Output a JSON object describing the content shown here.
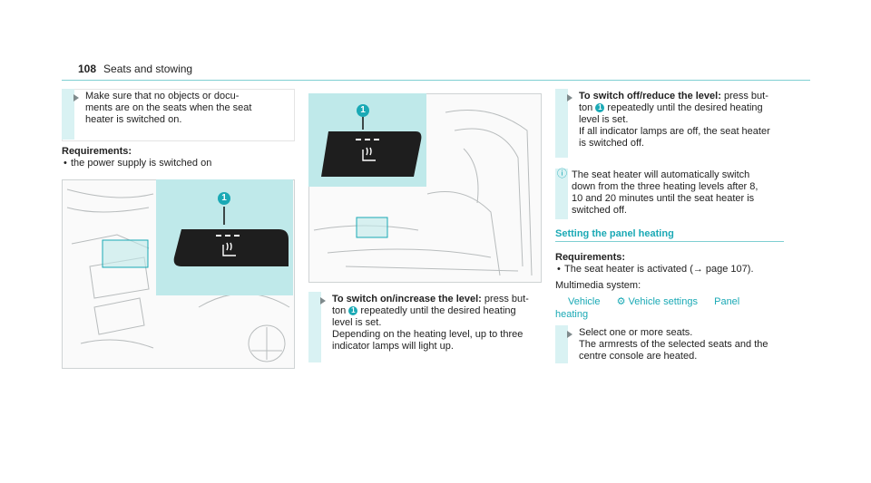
{
  "header": {
    "page_number": "108",
    "title": "Seats and stowing"
  },
  "column1": {
    "note_text": "Make sure that no objects or docu-\nments are on the seats when the seat\nheater is switched on.",
    "requirements_label": "Requirements:",
    "requirement_1": "the power supply is switched on",
    "callout_number": "1"
  },
  "column2": {
    "callout_number": "1",
    "step_title": "To switch on/increase the level:",
    "step_text_1": " press but-",
    "step_text_2a": "ton ",
    "step_button": "1",
    "step_text_2b": " repeatedly until the desired heating",
    "step_text_3": "level is set.",
    "step_text_4": "Depending on the heating level, up to three",
    "step_text_5": "indicator lamps will light up."
  },
  "column3": {
    "step_title": "To switch off/reduce the level:",
    "step_text_1": " press but-",
    "step_text_2a": "ton ",
    "step_button": "1",
    "step_text_2b": " repeatedly until the desired heating",
    "step_text_3": "level is set.",
    "step_text_4": "If all indicator lamps are off, the seat heater",
    "step_text_5": "is switched off.",
    "info_1": "The seat heater will automatically switch",
    "info_2": "down from the three heating levels after 8,",
    "info_3": "10 and 20 minutes until the seat heater is",
    "info_4": "switched off.",
    "section_heading": "Setting the panel heating",
    "requirements_label": "Requirements:",
    "requirement_1": "The seat heater is activated (→ page 107).",
    "multimedia_label": "Multimedia system:",
    "nav_1": "Vehicle",
    "nav_2": "Vehicle settings",
    "nav_3": "Panel",
    "nav_4": "heating",
    "step2_1": "Select one or more seats.",
    "step2_2": "The armrests of the selected seats and the",
    "step2_3": "centre console are heated."
  },
  "colors": {
    "accent": "#1aa9b5",
    "callout_bg": "#bfe9ea",
    "step_bar": "#d9f2f3"
  }
}
